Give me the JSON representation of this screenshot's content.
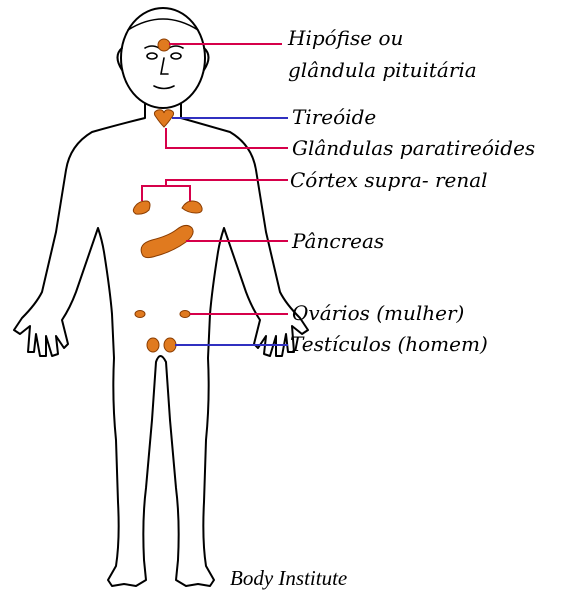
{
  "labels": {
    "pituitary_line1": "Hipófise ou",
    "pituitary_line2": "glândula pituitária",
    "thyroid": "Tireóide",
    "parathyroid": "Glândulas paratireóides",
    "adrenal": "Córtex supra- renal",
    "pancreas": "Pâncreas",
    "ovaries": "Ovários (mulher)",
    "testes": "Testículos (homem)"
  },
  "credit": "Body Institute",
  "colors": {
    "gland": "#e07a1f",
    "gland_outline": "#8a3c00",
    "leader_red": "#d6004a",
    "leader_blue": "#3030c0",
    "outline": "#000000"
  }
}
